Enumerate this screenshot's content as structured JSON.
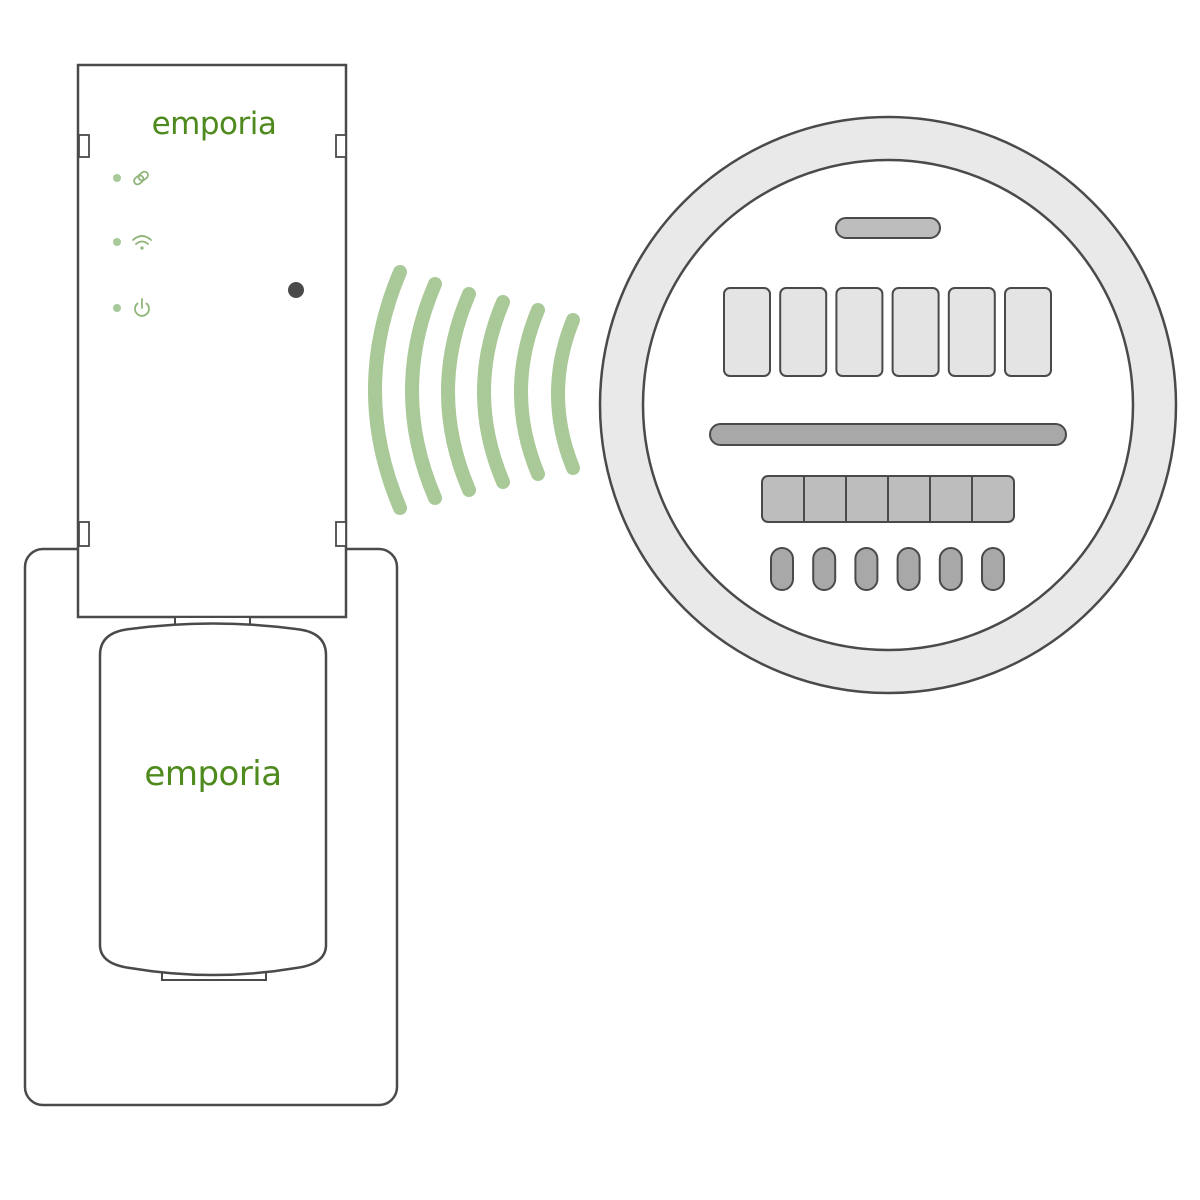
{
  "colors": {
    "background": "#ffffff",
    "outline": "#4a4a4a",
    "brand_green": "#4f8a1e",
    "signal_green": "#a9c998",
    "led_green": "#a8c99a",
    "meter_ring": "#e9e9e9",
    "meter_block": "#e4e4e4",
    "meter_bar_dark": "#a8a8a8",
    "meter_bar_mid": "#bdbdbd"
  },
  "gateway": {
    "brand": "emporia",
    "status_icons": [
      "link-icon",
      "wifi-icon",
      "power-icon"
    ]
  },
  "sensor": {
    "brand": "emporia"
  },
  "signal": {
    "arcs": 6
  },
  "meter": {
    "dial_count": 6,
    "register_count": 6,
    "terminal_count": 6
  }
}
